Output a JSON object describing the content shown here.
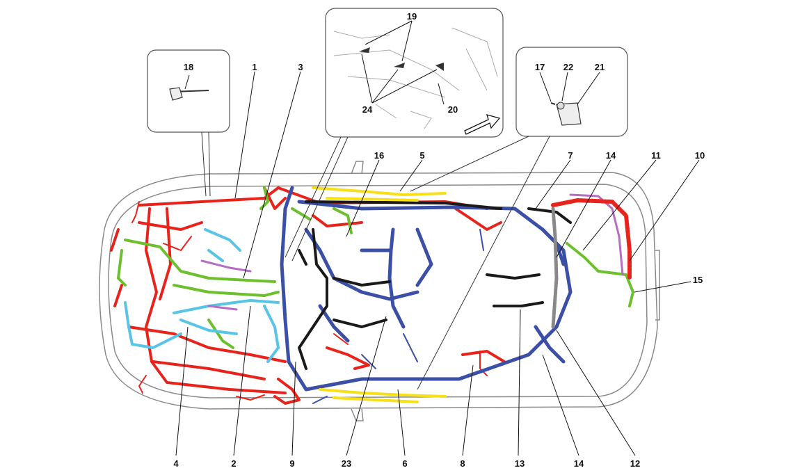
{
  "diagram": {
    "colors": {
      "red": "#e8231b",
      "blue": "#3b4fa6",
      "black": "#1a1a1a",
      "yellow": "#f7e01a",
      "green": "#6cbf2d",
      "cyan": "#58c4e6",
      "purple": "#b76cc3",
      "outline": "#8a8a8a"
    },
    "labels": {
      "l1": "1",
      "l2": "2",
      "l3": "3",
      "l4": "4",
      "l5": "5",
      "l6": "6",
      "l7": "7",
      "l8": "8",
      "l9": "9",
      "l10": "10",
      "l11": "11",
      "l12": "12",
      "l13": "13",
      "l14a": "14",
      "l14b": "14",
      "l15": "15",
      "l16": "16",
      "l17": "17",
      "l18": "18",
      "l19": "19",
      "l20": "20",
      "l21": "21",
      "l22": "22",
      "l23": "23",
      "l24": "24"
    }
  }
}
